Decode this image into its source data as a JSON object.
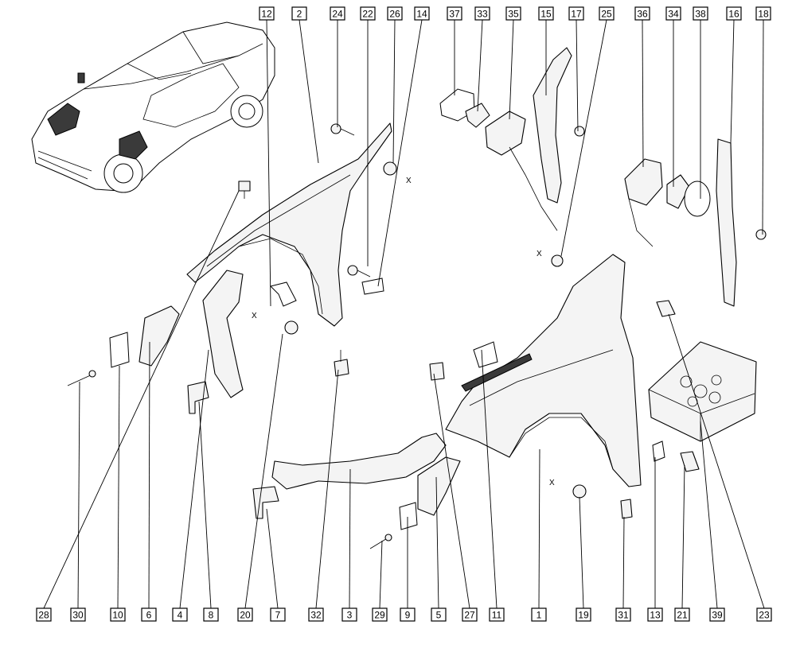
{
  "diagram": {
    "top_callouts": [
      "12",
      "2",
      "24",
      "22",
      "26",
      "14",
      "37",
      "33",
      "35",
      "15",
      "17",
      "25",
      "36",
      "34",
      "38",
      "16",
      "18"
    ],
    "bottom_callouts": [
      "28",
      "30",
      "10",
      "6",
      "4",
      "8",
      "20",
      "7",
      "32",
      "3",
      "29",
      "9",
      "5",
      "27",
      "11",
      "1",
      "19",
      "31",
      "13",
      "21",
      "39",
      "23"
    ],
    "x_marks": [
      "X",
      "X",
      "X",
      "X"
    ]
  }
}
